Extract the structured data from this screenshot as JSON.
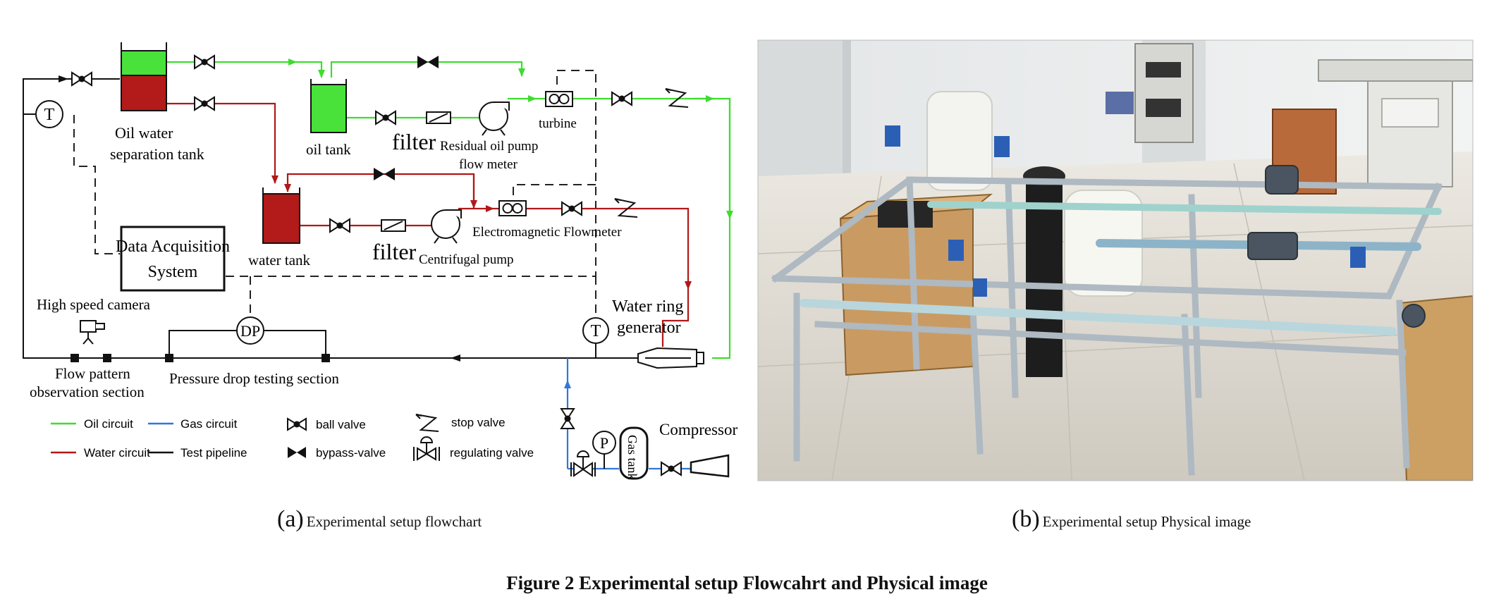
{
  "colors": {
    "oil": "#3fdc2f",
    "water": "#b01818",
    "gas": "#2f78d8",
    "test": "#111111"
  },
  "flowchart": {
    "labels": {
      "oil_water_tank": "Oil water",
      "oil_water_tank2": "separation tank",
      "oil_tank": "oil tank",
      "filter_oil": "filter",
      "residual_pump": "Residual oil pump",
      "flow_meter": "flow meter",
      "turbine": "turbine",
      "water_tank": "water tank",
      "filter_water": "filter",
      "centrifugal_pump": "Centrifugal pump",
      "em_flowmeter": "Electromagnetic Flowmeter",
      "daq_1": "Data Acquisition",
      "daq_2": "System",
      "camera": "High speed camera",
      "flow_pattern_1": "Flow pattern",
      "flow_pattern_2": "observation section",
      "pressure_drop": "Pressure drop testing section",
      "water_ring_1": "Water ring",
      "water_ring_2": "generator",
      "compressor": "Compressor",
      "gas_tank": "Gas tank",
      "T_symbol": "T",
      "DP_symbol": "DP",
      "P_symbol": "P"
    },
    "legend": {
      "oil_circuit": "Oil circuit",
      "gas_circuit": "Gas circuit",
      "water_circuit": "Water circuit",
      "test_pipeline": "Test pipeline",
      "ball_valve": "ball valve",
      "bypass_valve": "bypass-valve",
      "stop_valve": "stop valve",
      "regulating_valve": "regulating valve"
    }
  },
  "captions": {
    "a_letter": "(a)",
    "a_text": "Experimental setup flowchart",
    "b_letter": "(b)",
    "b_text": "Experimental setup Physical image",
    "figure_title": "Figure 2 Experimental setup Flowcahrt and Physical image"
  }
}
